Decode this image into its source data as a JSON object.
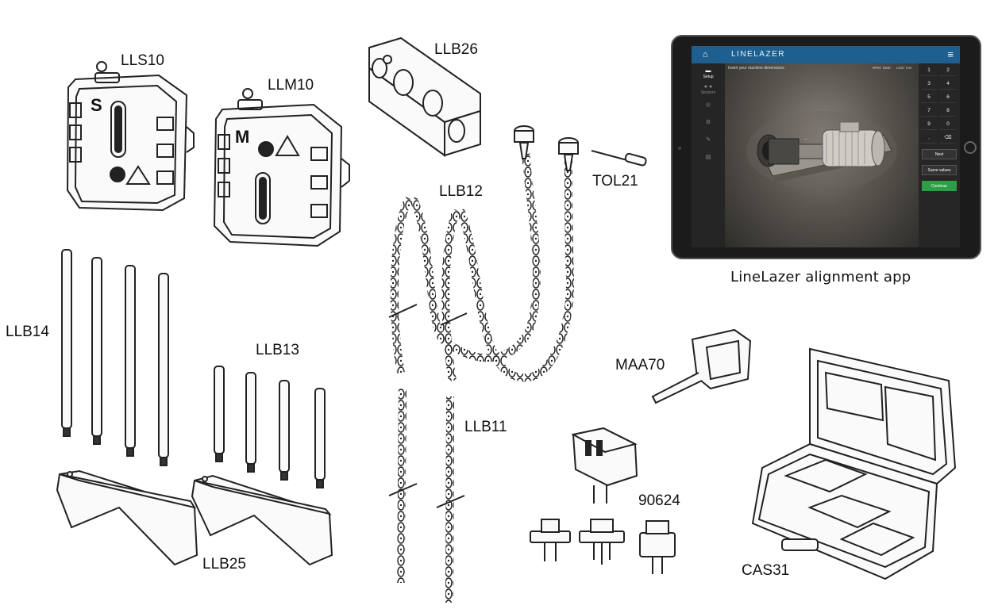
{
  "labels": {
    "lls10": "LLS10",
    "llm10": "LLM10",
    "llb26": "LLB26",
    "llb12": "LLB12",
    "tol21": "TOL21",
    "llb14": "LLB14",
    "llb13": "LLB13",
    "maa70": "MAA70",
    "llb11": "LLB11",
    "p90624": "90624",
    "llb25": "LLB25",
    "cas31": "CAS31",
    "app_caption": "LineLazer alignment app"
  },
  "unit_letters": {
    "s_unit": "S",
    "m_unit": "M"
  },
  "tablet": {
    "brand": "LINELAZER",
    "home_icon": "home-icon",
    "menu_icon": "hamburger-menu-icon",
    "sidebar": [
      {
        "label": "Setup",
        "active": true
      },
      {
        "label": "Sensors",
        "active": false
      },
      {
        "label": "",
        "active": false
      },
      {
        "label": "",
        "active": false
      },
      {
        "label": "",
        "active": false
      },
      {
        "label": "",
        "active": false
      }
    ],
    "prompt": "Insert your machine dimensions",
    "meta_left": "RPM: 1500",
    "meta_right": "Limit: mm",
    "keypad": [
      "1",
      "2",
      "3",
      "4",
      "5",
      "6",
      "7",
      "8",
      "9",
      "0",
      ".",
      "⌫"
    ],
    "buttons": [
      "Next",
      "Same values",
      "Continue"
    ],
    "colors": {
      "topbar": "#1f5f8f",
      "continue": "#2e9e46",
      "screen": "#2f2f2f"
    }
  }
}
